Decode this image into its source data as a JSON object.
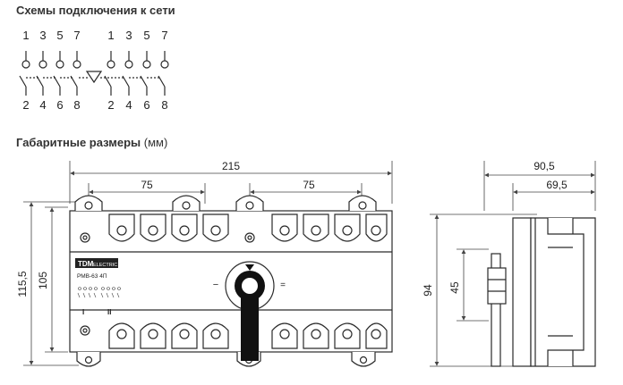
{
  "headings": {
    "connection": "Схемы подключения к сети",
    "dimensions": "Габаритные размеры",
    "dimensions_unit": "(мм)"
  },
  "schematic": {
    "top_terminals_left": [
      "1",
      "3",
      "5",
      "7"
    ],
    "top_terminals_right": [
      "1",
      "3",
      "5",
      "7"
    ],
    "bottom_terminals_left": [
      "2",
      "4",
      "6",
      "8"
    ],
    "bottom_terminals_right": [
      "2",
      "4",
      "6",
      "8"
    ]
  },
  "front_view": {
    "overall_width": "215",
    "pitch_left": "75",
    "pitch_right": "75",
    "overall_height": "115,5",
    "inner_height": "105",
    "brand": "TDM",
    "brand_suffix": "ELECTRIC",
    "model": "РМВ-63 4П",
    "label_position_1": "I",
    "label_position_2": "II",
    "minus_sign": "−",
    "equals_sign": "="
  },
  "side_view": {
    "depth_total": "90,5",
    "depth_body": "69,5",
    "height": "94",
    "mount_height": "45"
  },
  "colors": {
    "line": "#2a2a2a",
    "dimension": "#444444",
    "handle": "#111111",
    "label_bg": "#ffffff",
    "brand_bg": "#222222"
  }
}
